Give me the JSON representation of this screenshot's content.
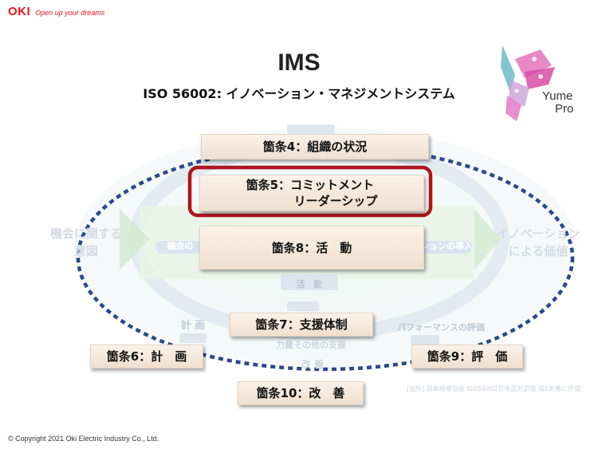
{
  "header": {
    "logo": "OKI",
    "tagline": "Open up your dreams"
  },
  "title": "IMS",
  "subtitle": "ISO 56002: イノベーション・マネジメントシステム",
  "badge": {
    "line1": "Yume",
    "line2": "Pro"
  },
  "clauses": {
    "c4": "箇条4：組織の状況",
    "c5": "箇条5：コミットメント\n　　　　リーダーシップ",
    "c8": "箇条8：活　動",
    "c7": "箇条7：支援体制",
    "c6": "箇条6：計　画",
    "c9": "箇条9：評　価",
    "c10": "箇条10：改　善"
  },
  "background_labels": {
    "left": "機会に関する\n意図",
    "right": "イノベーション\nによる価値",
    "activity": "活　動",
    "plan": "計 画",
    "support": "力量その他の支援",
    "evaluation": "パフォーマンスの評価",
    "improve": "改 善",
    "opportunity": "機会の",
    "introduce": "ションの導入"
  },
  "source_note": "[出所] 日本規格協会 ISO56002日本語対訳版 図1を基に作成",
  "copyright": "© Copyright  2021 Oki Electric Industry Co., Ltd.",
  "colors": {
    "brand_red": "#e8141e",
    "highlight_border": "#b0141c",
    "dashed_ring": "#2a4a8a",
    "box_fill": "#f6e8db"
  }
}
